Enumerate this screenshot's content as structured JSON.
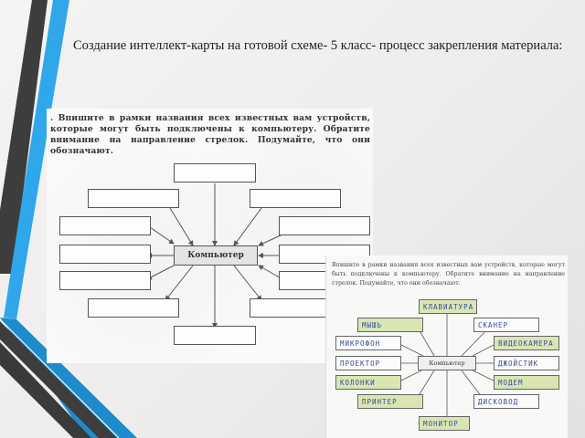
{
  "slide": {
    "title": "Создание интеллект-карты на готовой схеме- 5 класс- процесс закрепления материала:",
    "colors": {
      "accent_blue": "#29a3e5",
      "dark_stripe": "#3d3d3d",
      "background": "#efefef"
    }
  },
  "worksheet_blank": {
    "instruction": ". Впишите в рамки названия всех известных вам устройств, которые могут быть подключены к компьютеру. Обратите внимание на направление стрелок. Подумайте, что они обозначают.",
    "center_label": "Компьютер",
    "boxes": [
      "",
      "",
      "",
      "",
      "",
      "",
      "",
      "",
      "",
      "",
      "",
      ""
    ]
  },
  "worksheet_filled": {
    "instruction": "Впишите в рамки названия всех известных вам устройств, которые могут быть подключены к компьютеру. Обратите внимание на направление стрелок. Подумайте, что они обозначают.",
    "center_label": "Компьютер",
    "devices": {
      "top": "КЛАВИАТУРА",
      "top_left": "МЫШЬ",
      "top_right": "СКАНЕР",
      "left_1": "МИКРОФОН",
      "left_2": "ПРОЕКТОР",
      "left_3": "КОЛОНКИ",
      "right_1": "ВИДЕОКАМЕРА",
      "right_2": "ДЖОЙСТИК",
      "right_3": "МОДЕМ",
      "bottom_left": "ПРИНТЕР",
      "bottom_right": "ДИСКОВОД",
      "bottom": "МОНИТОР"
    }
  }
}
